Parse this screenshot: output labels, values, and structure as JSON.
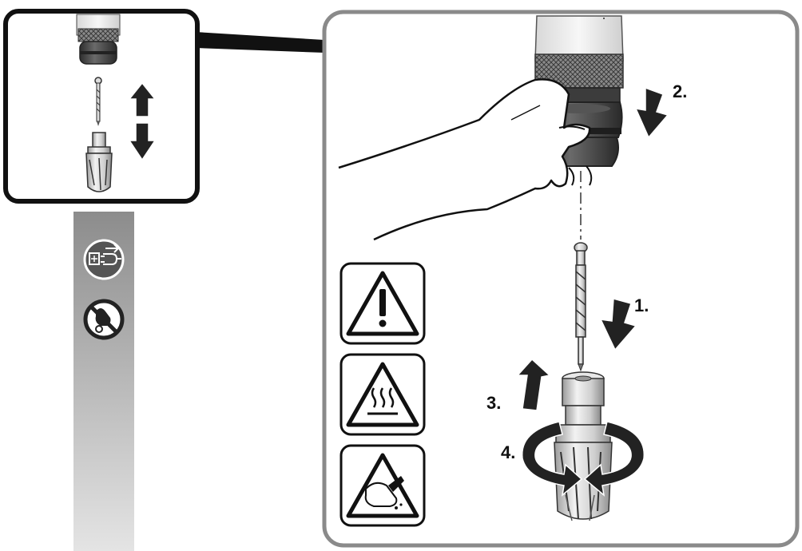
{
  "steps": {
    "step1": "1.",
    "step2": "2.",
    "step3": "3.",
    "step4": "4."
  },
  "icons": {
    "side_strip": [
      "unplug-power-icon",
      "no-touching-icon"
    ],
    "warnings": [
      "general-warning-icon",
      "hot-surface-icon",
      "sharp-edges-cut-hazard-icon"
    ]
  },
  "colors": {
    "outline": "#1a1a1a",
    "panel_border": "#8a8a8a",
    "strip_top": "#8c8c8c",
    "strip_bottom": "#e4e4e4",
    "rubber": "#4a4a4a",
    "metal": "#c8c8c8"
  }
}
